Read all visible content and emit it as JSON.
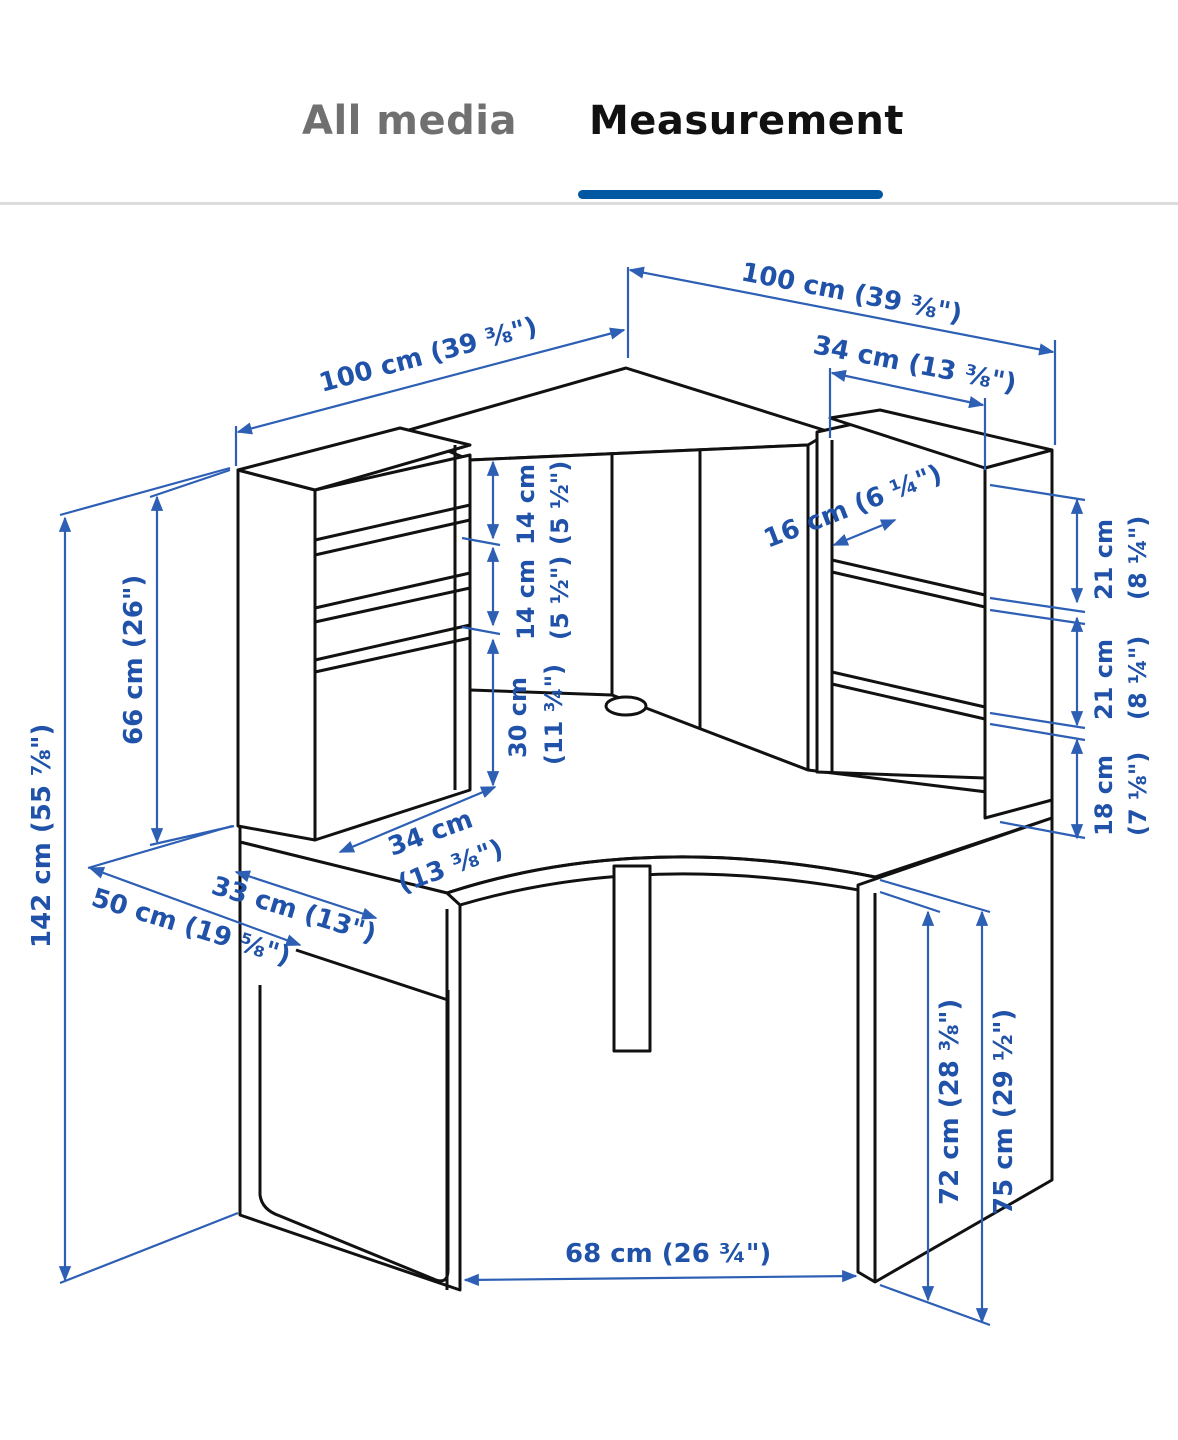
{
  "tabs": {
    "all_media": "All media",
    "measurement": "Measurement",
    "active": "Measurement"
  },
  "colors": {
    "accent": "#0058a3",
    "dimension_text": "#1f52a8",
    "inactive_tab": "#707070"
  },
  "diagram": {
    "top_width_right": "100 cm (39 ⅜\")",
    "top_width_left": "100 cm (39 ⅜\")",
    "shelf_width_right": "34 cm (13 ⅜\")",
    "shelf_depth": "16 cm (6 ¼\")",
    "total_height": "142 cm (55 ⅞\")",
    "hutch_height": "66 cm (26\")",
    "left_gap_1_cm": "14 cm",
    "left_gap_1_in": "(5 ½\")",
    "left_gap_2_cm": "14 cm",
    "left_gap_2_in": "(5 ½\")",
    "left_gap_3_cm": "30 cm",
    "left_gap_3_in": "(11 ¾\")",
    "right_gap_1_cm": "21 cm",
    "right_gap_1_in": "(8 ¼\")",
    "right_gap_2_cm": "21 cm",
    "right_gap_2_in": "(8 ¼\")",
    "right_gap_3_cm": "18 cm",
    "right_gap_3_in": "(7 ⅛\")",
    "shelf_width_left_cm": "34 cm",
    "shelf_width_left_in": "(13 ⅜\")",
    "desk_depth_inner": "33 cm (13\")",
    "desk_depth_outer": "50 cm (19 ⅝\")",
    "knee_width": "68 cm (26 ¾\")",
    "desk_height_inner": "72 cm (28 ⅜\")",
    "desk_height_outer": "75 cm (29 ½\")"
  }
}
